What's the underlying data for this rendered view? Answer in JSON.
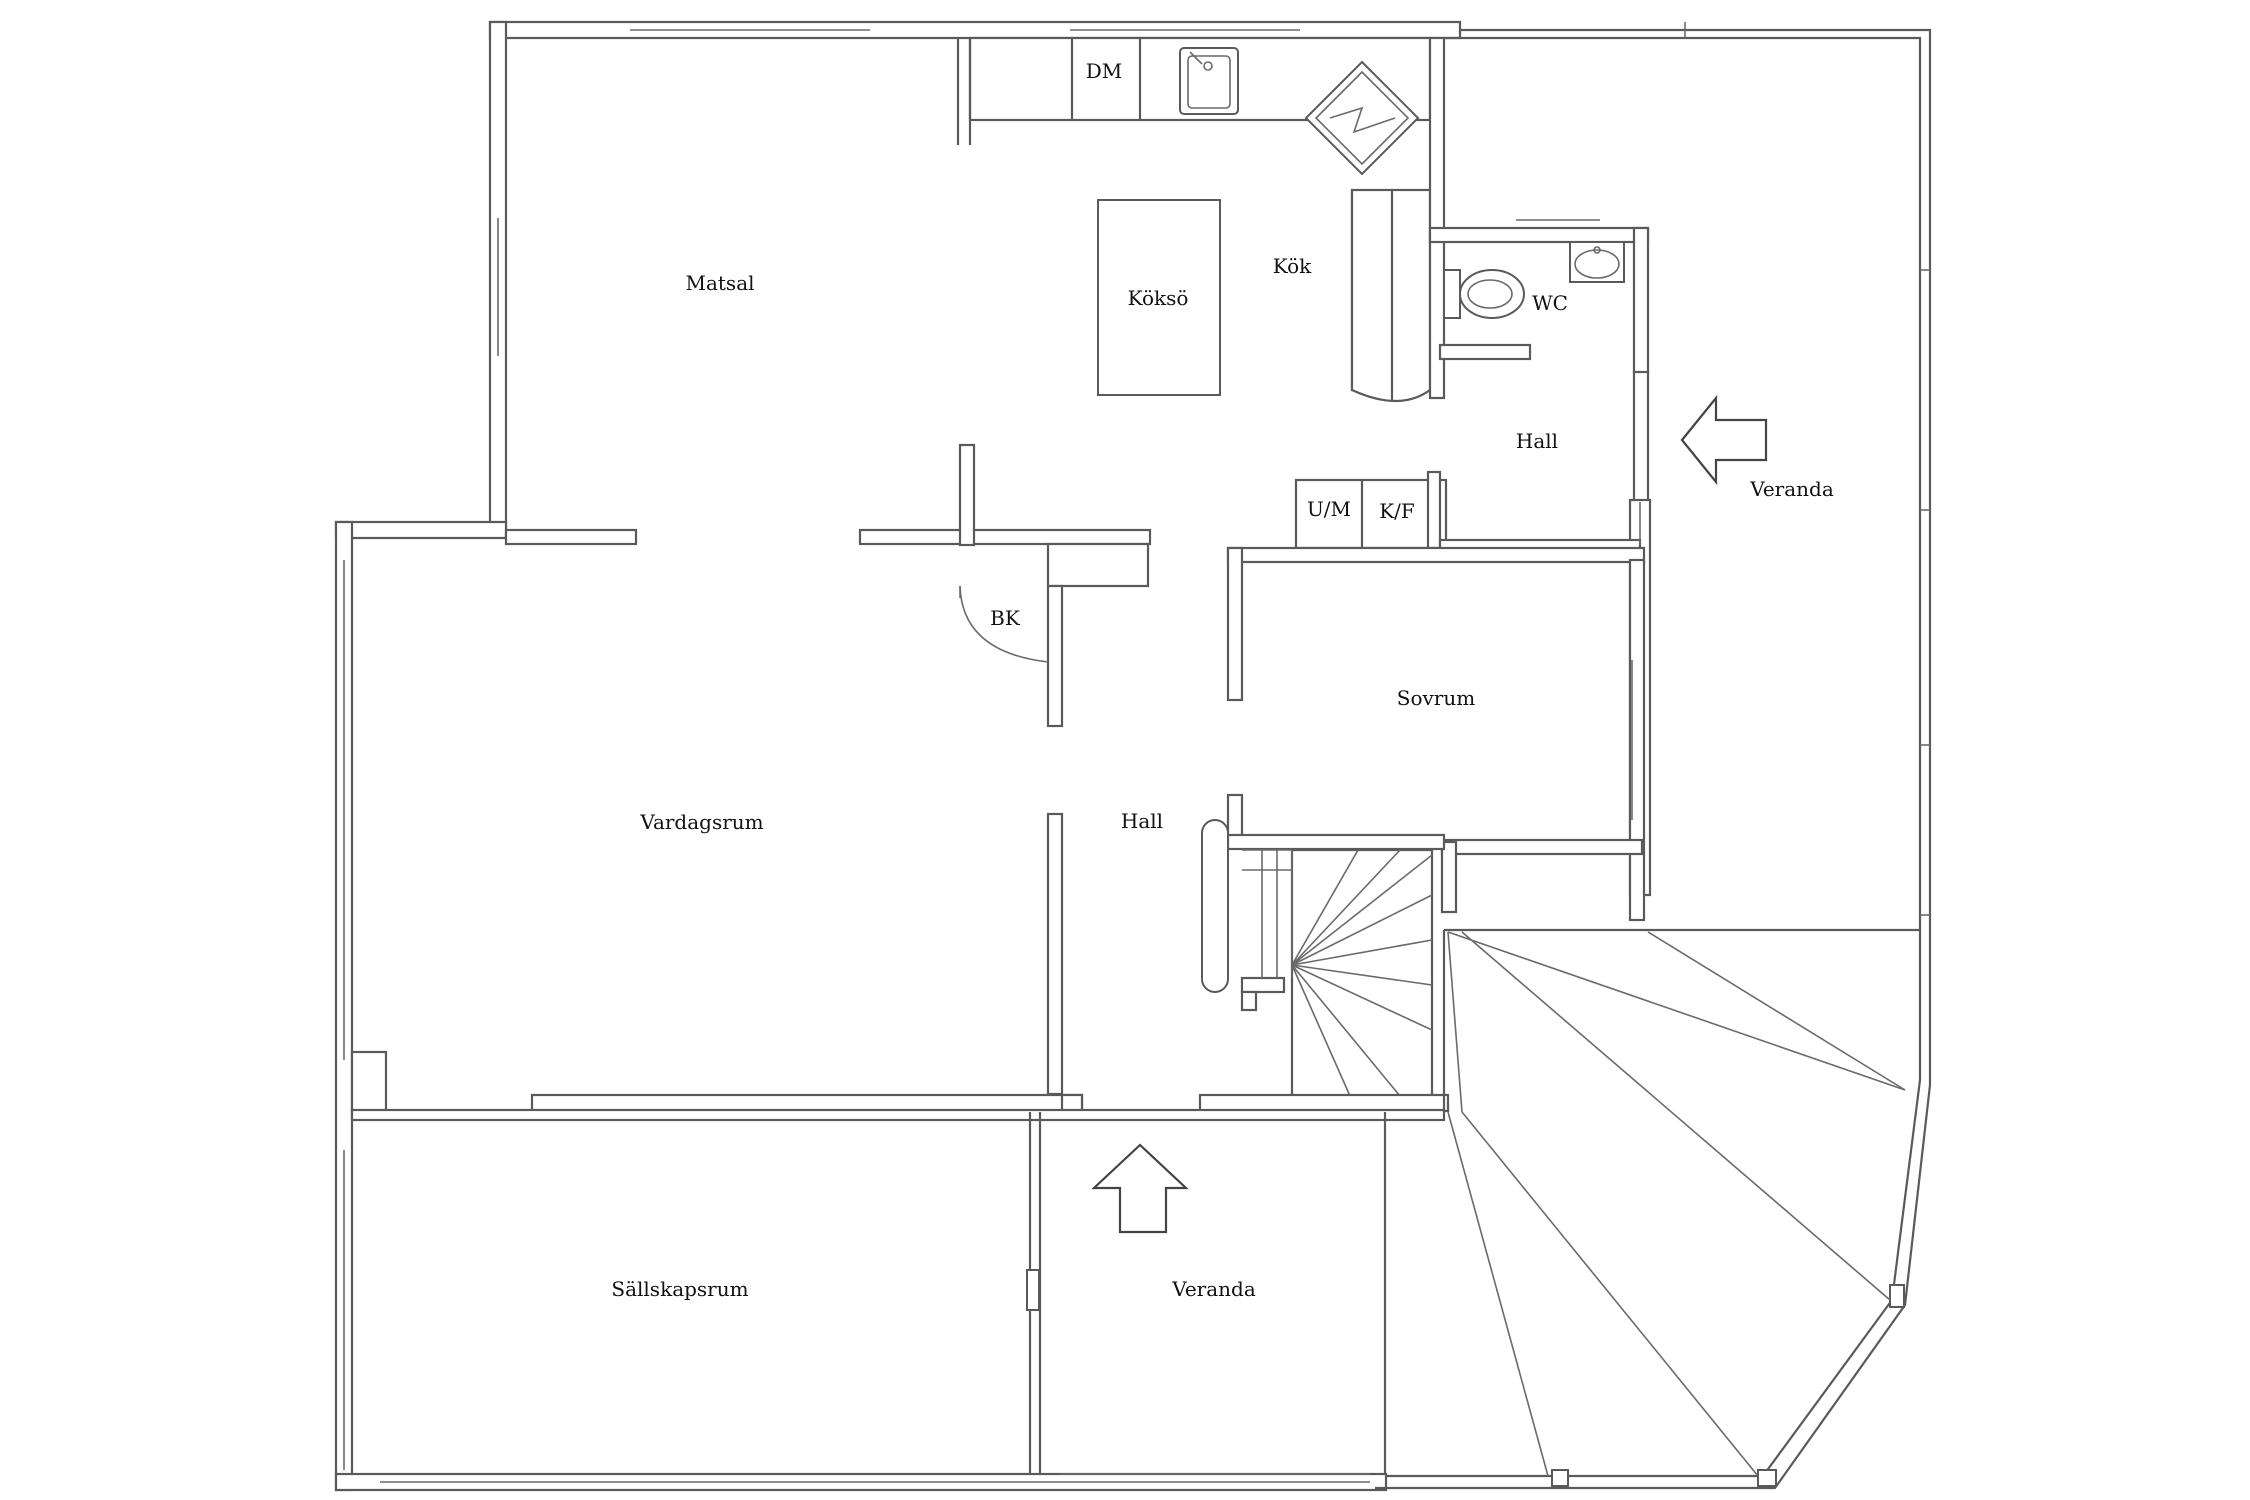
{
  "floorplan": {
    "rooms": {
      "matsal": "Matsal",
      "koksö": "Köksö",
      "kok": "Kök",
      "dm": "DM",
      "wc": "WC",
      "hall_upper": "Hall",
      "veranda_right": "Veranda",
      "um": "U/M",
      "kf": "K/F",
      "bk": "BK",
      "sovrum": "Sovrum",
      "vardagsrum": "Vardagsrum",
      "hall_center": "Hall",
      "sallskapsrum": "Sällskapsrum",
      "veranda_bottom": "Veranda"
    },
    "entrance_arrows": [
      "entrance-arrow-right",
      "entrance-arrow-bottom"
    ],
    "icons": [
      "sink-icon",
      "stove-icon",
      "toilet-icon",
      "washbasin-icon",
      "staircase-icon"
    ]
  }
}
